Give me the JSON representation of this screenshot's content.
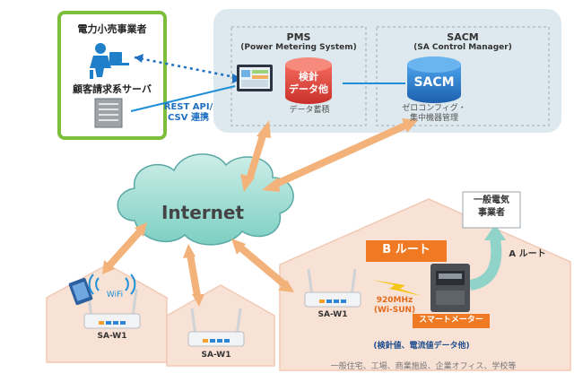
{
  "retailer": {
    "title": "電力小売事業者",
    "server_label": "顧客請求系サーバ",
    "rest_label_line1": "REST API/",
    "rest_label_line2": "CSV 連携"
  },
  "pms": {
    "title": "PMS",
    "subtitle": "(Power Metering System)",
    "db_line1": "検針",
    "db_line2": "データ他",
    "caption": "データ蓄積"
  },
  "sacm": {
    "title": "SACM",
    "subtitle": "(SA Control Manager)",
    "db_label": "SACM",
    "caption_line1": "ゼロコンフィグ・",
    "caption_line2": "集中機器管理"
  },
  "internet_label": "Internet",
  "utility_line1": "一般電気",
  "utility_line2": "事業者",
  "a_route": "A ルート",
  "b_route": "B ルート",
  "wisun_line1": "920MHz",
  "wisun_line2": "(Wi-SUN)",
  "smart_meter": "スマートメーター",
  "wifi_label": "WiFi",
  "device_labels": [
    "SA-W1",
    "SA-W1",
    "SA-W1"
  ],
  "data_caption": "(検針値、電流値データ他)",
  "footer": "一般住宅、工場、商業施設、企業オフィス、学校等",
  "colors": {
    "green_frame": "#7dbf3a",
    "cloud": "#cfe8e6",
    "cloud_stroke": "#5aa9a4",
    "orange_arrow": "#f3b27a",
    "house": "#f6ddd0",
    "b_route_bg": "#f07a23",
    "db_red": "#e8483b",
    "db_blue": "#2f7fd0",
    "line_blue": "#1f8fd8"
  }
}
